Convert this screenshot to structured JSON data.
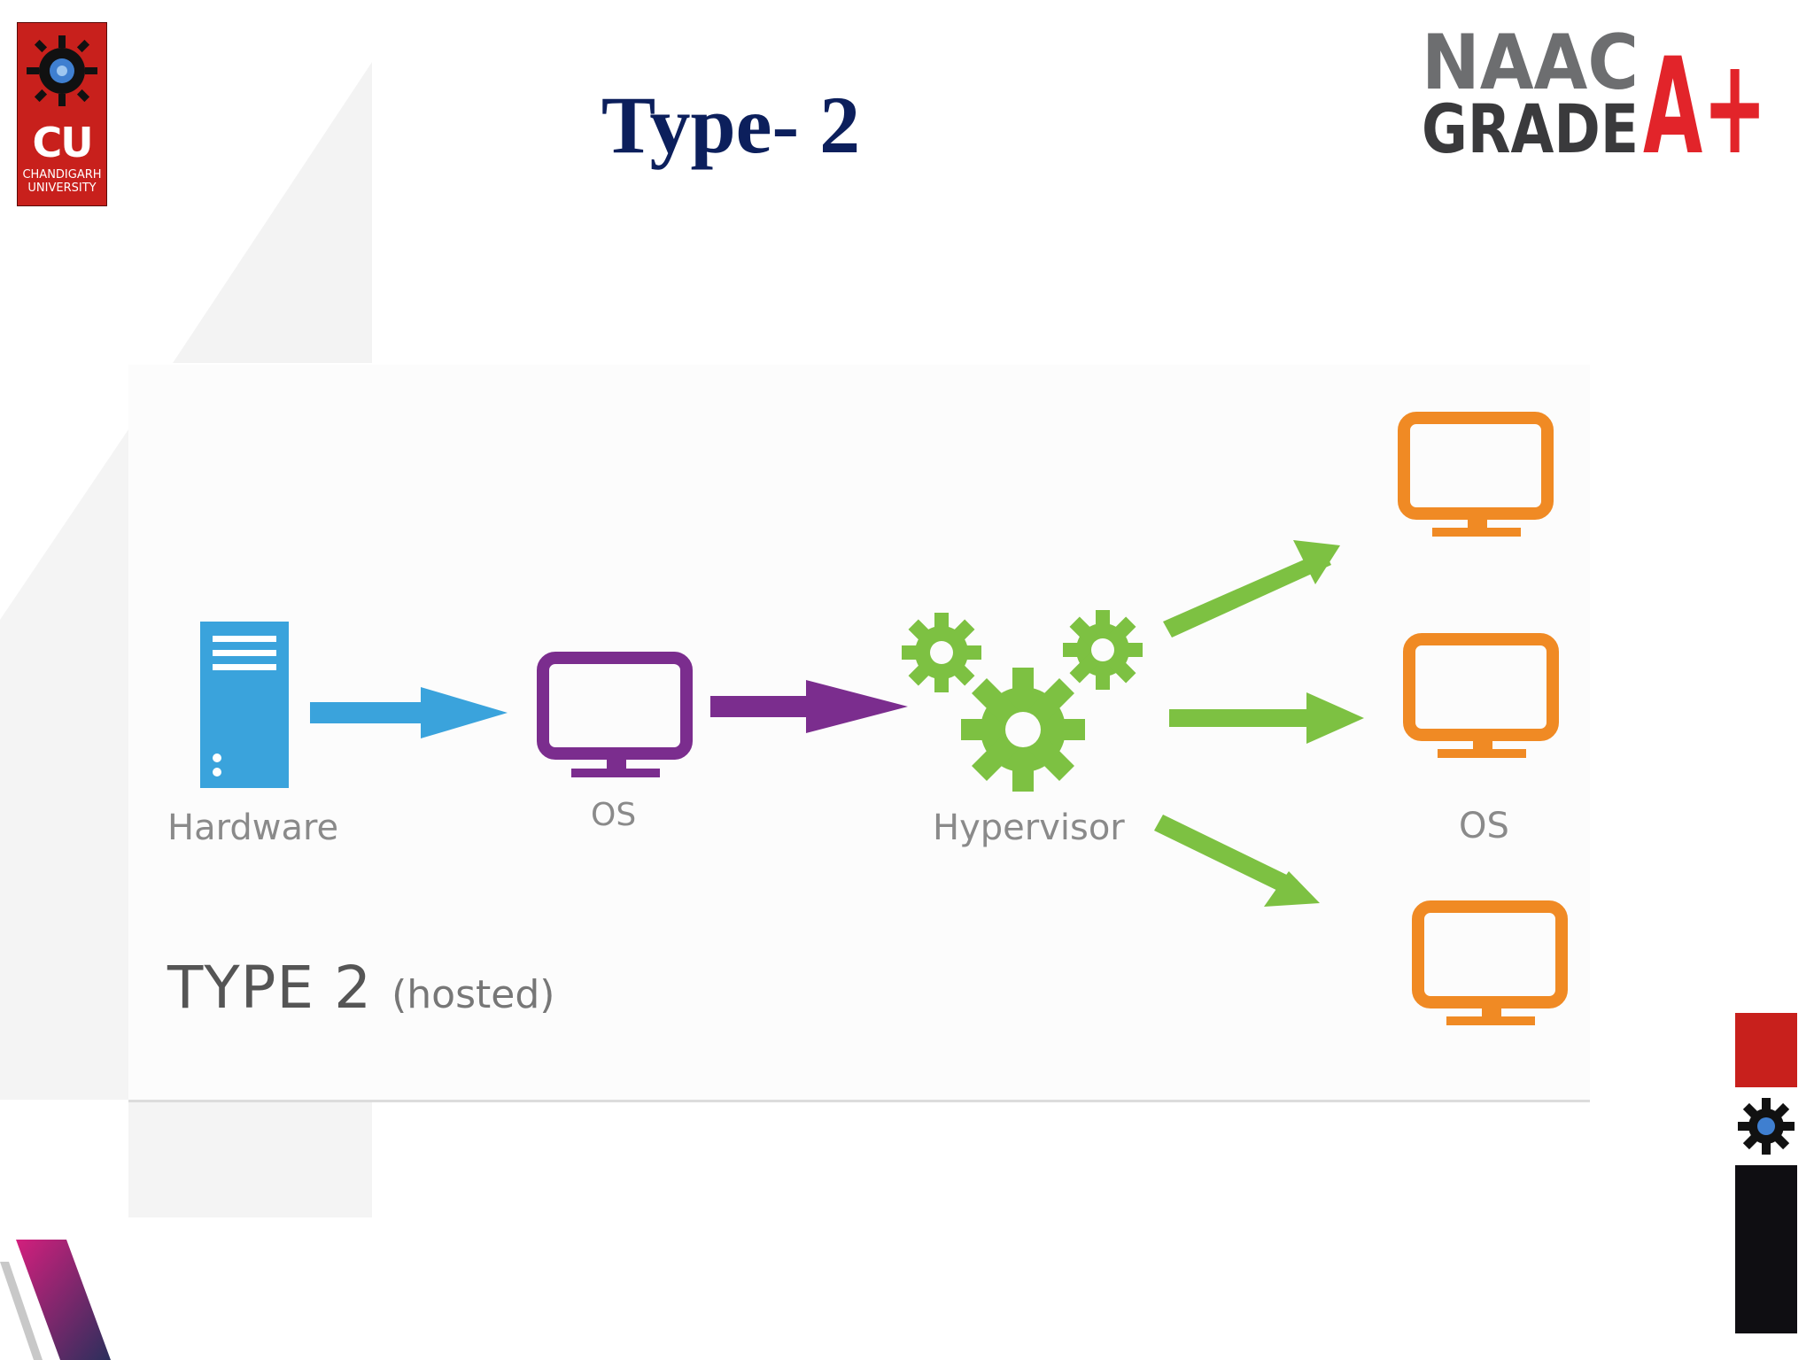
{
  "slide": {
    "title": "Type- 2"
  },
  "logos": {
    "cu": {
      "abbr": "CU",
      "name_line1": "CHANDIGARH",
      "name_line2": "UNIVERSITY"
    },
    "naac": {
      "line1": "NAAC",
      "line2": "GRADE",
      "grade": "A+"
    }
  },
  "diagram": {
    "nodes": [
      {
        "id": "hardware",
        "label": "Hardware",
        "color": "#3aa3dc"
      },
      {
        "id": "host-os",
        "label": "OS",
        "color": "#7b2d8e"
      },
      {
        "id": "hypervisor",
        "label": "Hypervisor",
        "color": "#7dc142"
      },
      {
        "id": "guest-os",
        "label": "OS",
        "color": "#f08a24"
      }
    ],
    "type_title": "TYPE 2",
    "type_subtitle": "(hosted)"
  },
  "colors": {
    "title": "#0c1f5c",
    "cu_red": "#c8201c",
    "naac_gray": "#6d6e70",
    "naac_red": "#e2242a"
  }
}
